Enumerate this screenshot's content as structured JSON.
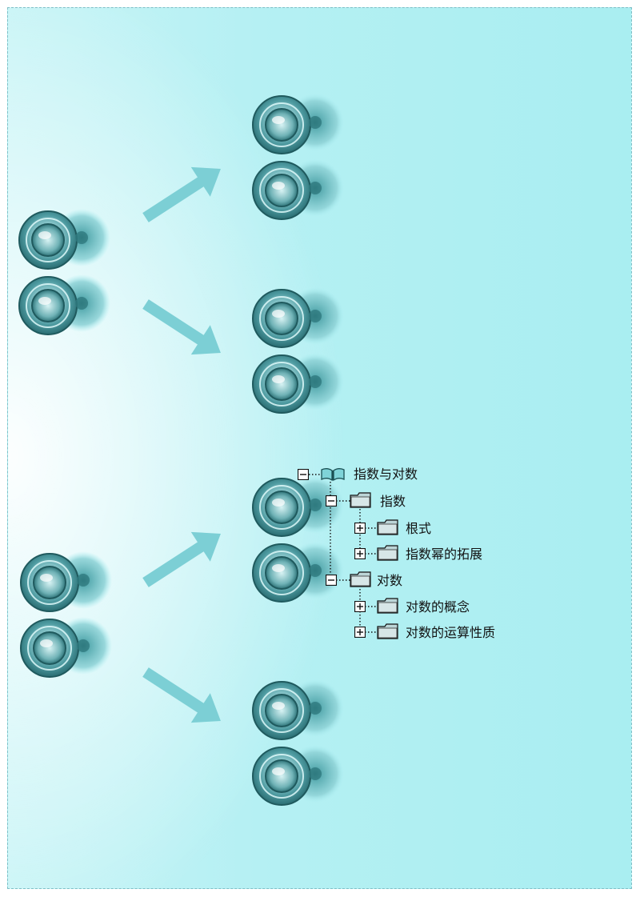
{
  "tree": {
    "root": {
      "label": "指数与对数",
      "expanded": true,
      "icon": "book-icon"
    },
    "nodes": [
      {
        "key": "n1",
        "label": "指数",
        "expanded": true,
        "icon": "folder-icon"
      },
      {
        "key": "n1a",
        "label": "根式",
        "expanded": false,
        "icon": "folder-icon"
      },
      {
        "key": "n1b",
        "label": "指数幂的拓展",
        "expanded": false,
        "icon": "folder-icon"
      },
      {
        "key": "n2",
        "label": "对数",
        "expanded": true,
        "icon": "folder-icon"
      },
      {
        "key": "n2a",
        "label": "对数的概念",
        "expanded": false,
        "icon": "folder-icon"
      },
      {
        "key": "n2b",
        "label": "对数的运算性质",
        "expanded": false,
        "icon": "folder-icon"
      }
    ]
  },
  "colors": {
    "cell": "#3f8e94",
    "arrow": "#7ccfd5",
    "background": "#b5f0f3"
  }
}
